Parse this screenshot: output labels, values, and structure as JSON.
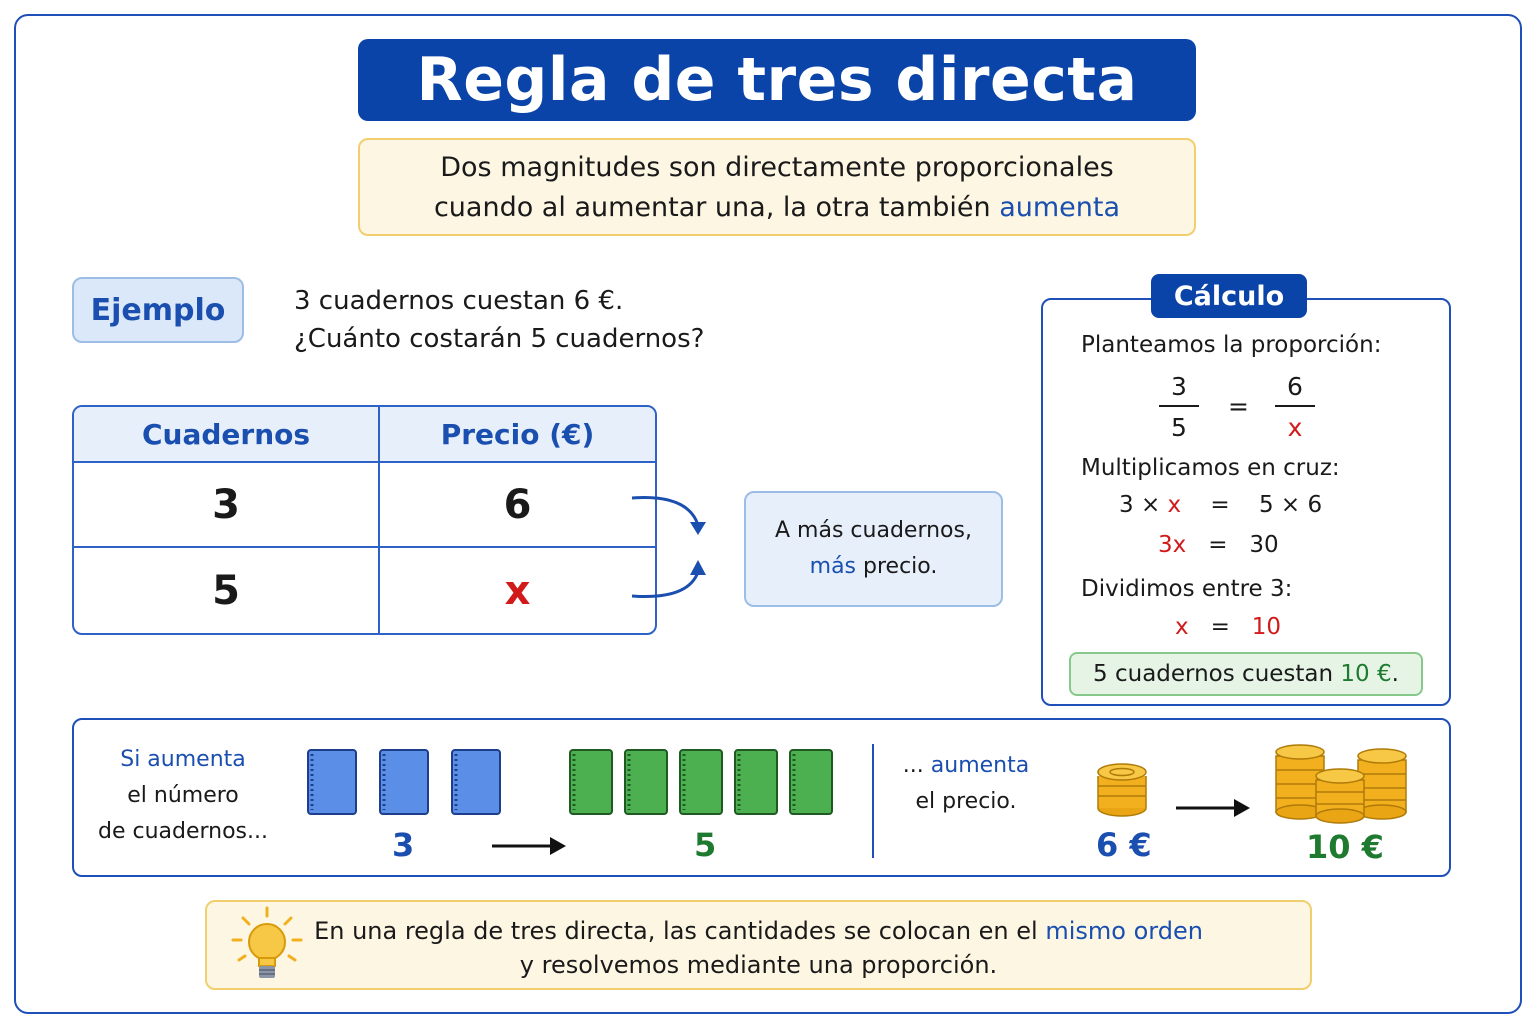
{
  "title": "Regla de tres directa",
  "definition": {
    "line1": "Dos magnitudes son directamente proporcionales",
    "line2_prefix": "cuando al aumentar una, la otra también ",
    "line2_highlight": "aumenta"
  },
  "example": {
    "label": "Ejemplo",
    "line1": "3 cuadernos cuestan 6 €.",
    "line2": "¿Cuánto costarán 5 cuadernos?"
  },
  "table": {
    "headers": [
      "Cuadernos",
      "Precio (€)"
    ],
    "rows": [
      [
        "3",
        "6"
      ],
      [
        "5",
        "x"
      ]
    ]
  },
  "relation": {
    "line1": "A más cuadernos,",
    "highlight": "más",
    "line2_rest": " precio."
  },
  "calculation": {
    "tag": "Cálculo",
    "step1": "Planteamos la proporción:",
    "fraction_left": {
      "num": "3",
      "den": "5"
    },
    "equals": "=",
    "fraction_right": {
      "num": "6",
      "den": "x"
    },
    "step2": "Multiplicamos en cruz:",
    "cross": {
      "a": "3",
      "times": "×",
      "x": "x",
      "b": "5",
      "c": "6"
    },
    "simplified": {
      "lhs": "3x",
      "rhs": "30"
    },
    "step3": "Dividimos entre 3:",
    "solution": {
      "lhs": "x",
      "rhs": "10"
    },
    "result_prefix": "5 cuadernos cuestan ",
    "result_value": "10 €",
    "result_suffix": "."
  },
  "visual": {
    "left_highlight": "Si aumenta",
    "left_line2": "el número",
    "left_line3": "de cuadernos...",
    "count_from": "3",
    "count_to": "5",
    "right_prefix": "... ",
    "right_highlight": "aumenta",
    "right_line2": "el precio.",
    "price_from": "6 €",
    "price_to": "10 €",
    "colors": {
      "blue_notebook": "#5b8ee6",
      "green_notebook": "#4caf50",
      "coin": "#f2b01e"
    }
  },
  "tip": {
    "icon": "lightbulb-icon",
    "line1_prefix": "En una regla de tres directa, las cantidades se colocan en el ",
    "line1_highlight": "mismo orden",
    "line2": "y resolvemos mediante una proporción."
  }
}
